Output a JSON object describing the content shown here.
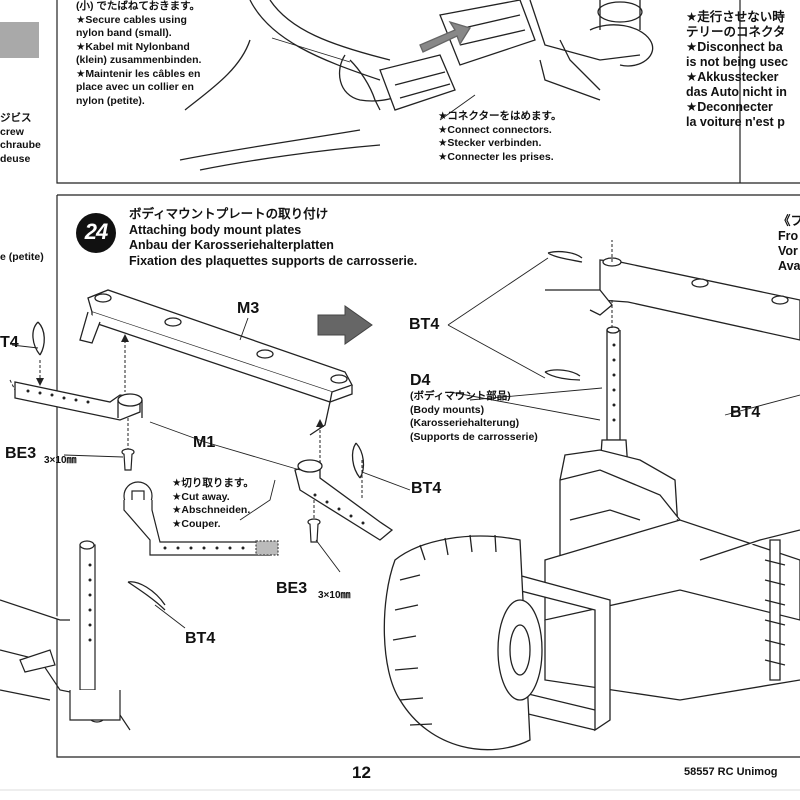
{
  "top_left_block": {
    "lines": [
      "(小) でたばねておきます。",
      "★Secure cables using",
      "nylon band (small).",
      "★Kabel mit Nylonband",
      "(klein) zusammenbinden.",
      "★Maintenir les câbles en",
      "place avec un collier en",
      "nylon (petite)."
    ]
  },
  "left_edge_fragment": {
    "lines": [
      "ジビス",
      "crew",
      "chraube",
      "deuse"
    ]
  },
  "left_edge_petite": "e (petite)",
  "connector_block": {
    "lines": [
      "★コネクターをはめます。",
      "★Connect connectors.",
      "★Stecker verbinden.",
      "★Connecter les prises."
    ]
  },
  "top_right_block": {
    "lines": [
      "★走行させない時",
      "テリーのコネクタ",
      "★Disconnect ba",
      "is not being usec",
      "★Akkusstecker",
      "das Auto nicht in",
      "★Deconnecter",
      "la voiture n'est p"
    ]
  },
  "step": {
    "number": "24",
    "title_jp": "ボディマウントプレートの取り付け",
    "title_en": "Attaching body mount plates",
    "title_de": "Anbau der Karosseriehalterplatten",
    "title_fr": "Fixation des plaquettes supports de carrosserie."
  },
  "right_header_fragment": {
    "lines": [
      "《フ",
      "Fro",
      "Vor",
      "Ava"
    ]
  },
  "labels": {
    "m3": "M3",
    "m1": "M1",
    "bt4_left": "T4",
    "bt4_mid": "BT4",
    "bt4_bottom": "BT4",
    "bt4_right_top": "BT4",
    "bt4_right": "BT4",
    "be3_left": "BE3",
    "be3_left_dim": "3×10㎜",
    "be3_bottom": "BE3",
    "be3_bottom_dim": "3×10㎜",
    "d4": "D4"
  },
  "d4_block": {
    "lines": [
      "(ボディマウント部品)",
      "(Body mounts)",
      "(Karosseriehalterung)",
      "(Supports de carrosserie)"
    ]
  },
  "cut_block": {
    "lines": [
      "★切り取ります。",
      "★Cut away.",
      "★Abschneiden.",
      "★Couper."
    ]
  },
  "footer": {
    "page_number": "12",
    "model": "58557  RC Unimog"
  }
}
